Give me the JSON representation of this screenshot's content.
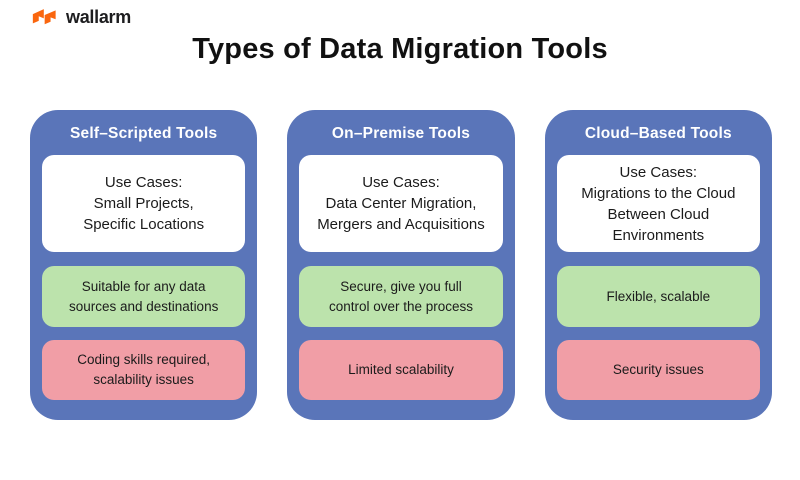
{
  "logo": {
    "brand": "wallarm",
    "icon": "wallarm-flags-icon",
    "accent_color": "#FA660E"
  },
  "title": "Types of Data Migration Tools",
  "colors": {
    "card_blue": "#5A75B9",
    "pro_green": "#BCE3AC",
    "con_pink": "#F19EA6",
    "box_white": "#FFFFFF",
    "title_black": "#111111",
    "header_text": "#FFFFFF"
  },
  "columns": [
    {
      "header": "Self–Scripted Tools",
      "use_cases": "Use Cases:\nSmall Projects,\nSpecific Locations",
      "pro": "Suitable for any data\nsources and destinations",
      "con": "Coding skills required,\nscalability issues"
    },
    {
      "header": "On–Premise Tools",
      "use_cases": "Use Cases:\nData Center Migration,\nMergers and Acquisitions",
      "pro": "Secure, give you full\ncontrol over the process",
      "con": "Limited scalability"
    },
    {
      "header": "Cloud–Based Tools",
      "use_cases": "Use Cases:\nMigrations to the Cloud\nBetween Cloud\nEnvironments",
      "pro": "Flexible, scalable",
      "con": "Security issues"
    }
  ]
}
